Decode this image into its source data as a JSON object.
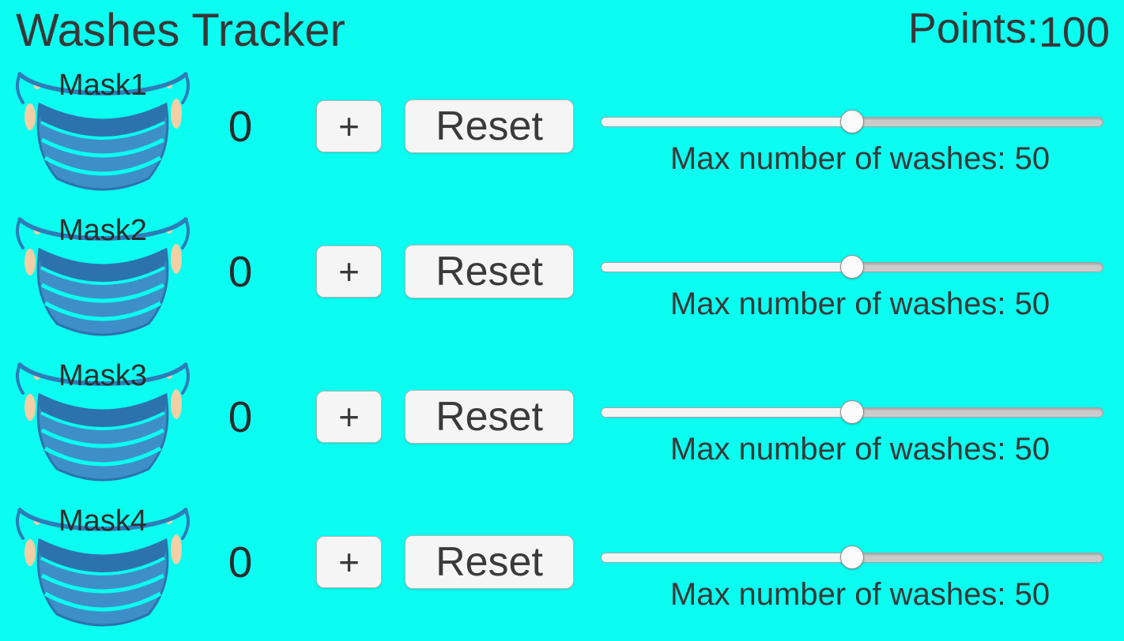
{
  "header": {
    "title": "Washes Tracker",
    "points_label": "Points:",
    "points_value": "100"
  },
  "colors": {
    "background": "#0AFDF0",
    "text_dark": "#3A3A3A",
    "mask_body_blue": "#3E8FC7",
    "mask_band_blue": "#2C73AE",
    "mask_strap_blue": "#2E7CB8",
    "skin_peach": "#F2CFA5",
    "button_bg": "#F5F5F5",
    "slider_fill": "#F4F4F4",
    "slider_track": "#CBCBCB"
  },
  "masks": [
    {
      "label": "Mask1",
      "count": "0",
      "plus_label": "+",
      "reset_label": "Reset",
      "max_washes_label": "Max number of washes: 50",
      "slider_percent": 50
    },
    {
      "label": "Mask2",
      "count": "0",
      "plus_label": "+",
      "reset_label": "Reset",
      "max_washes_label": "Max number of washes: 50",
      "slider_percent": 50
    },
    {
      "label": "Mask3",
      "count": "0",
      "plus_label": "+",
      "reset_label": "Reset",
      "max_washes_label": "Max number of washes: 50",
      "slider_percent": 50
    },
    {
      "label": "Mask4",
      "count": "0",
      "plus_label": "+",
      "reset_label": "Reset",
      "max_washes_label": "Max number of washes: 50",
      "slider_percent": 50
    }
  ]
}
